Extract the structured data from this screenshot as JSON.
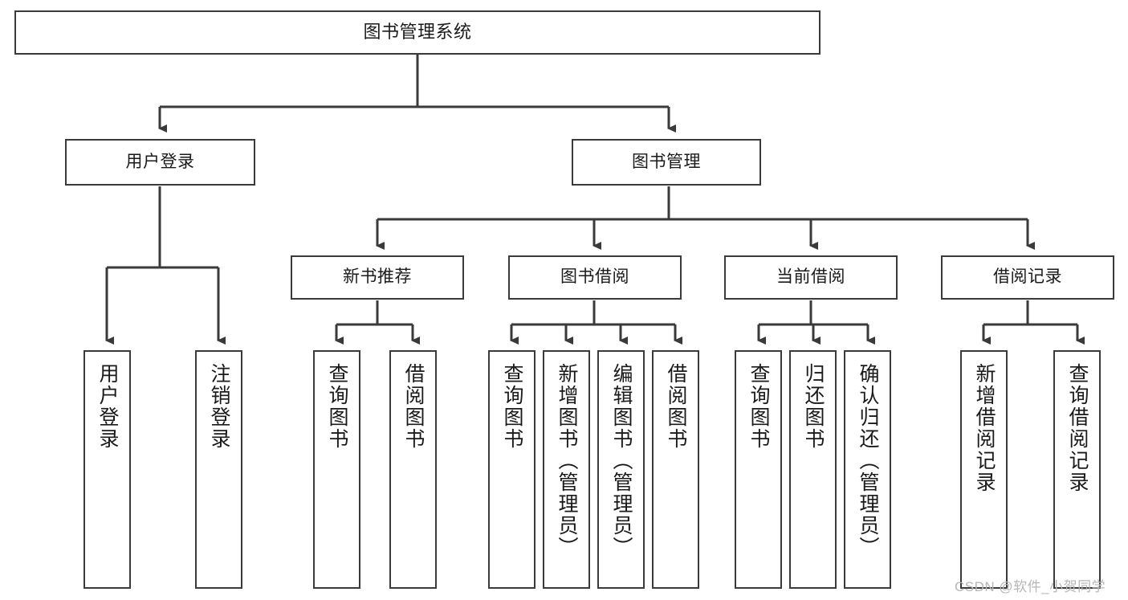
{
  "diagram": {
    "title": "图书管理系统",
    "type": "hierarchy-tree",
    "orientation": "top-down",
    "colors": {
      "box_border": "#3a3a3a",
      "box_fill": "#ffffff",
      "edge": "#3a3a3a",
      "text": "#1a1a1a",
      "watermark": "#b6b6b6",
      "background": "#ffffff"
    }
  },
  "nodes": {
    "root": {
      "label": "图书管理系统"
    },
    "level2": [
      {
        "label": "用户登录"
      },
      {
        "label": "图书管理"
      }
    ],
    "level3": [
      {
        "label": "新书推荐"
      },
      {
        "label": "图书借阅"
      },
      {
        "label": "当前借阅"
      },
      {
        "label": "借阅记录"
      }
    ],
    "leaves_user_login": [
      {
        "label": "用户登录"
      },
      {
        "label": "注销登录"
      }
    ],
    "leaves_new_book": [
      {
        "label": "查询图书"
      },
      {
        "label": "借阅图书"
      }
    ],
    "leaves_borrow": [
      {
        "label": "查询图书"
      },
      {
        "label": "新增图书（管理员）"
      },
      {
        "label": "编辑图书（管理员）"
      },
      {
        "label": "借阅图书"
      }
    ],
    "leaves_current": [
      {
        "label": "查询图书"
      },
      {
        "label": "归还图书"
      },
      {
        "label": "确认归还（管理员）"
      }
    ],
    "leaves_record": [
      {
        "label": "新增借阅记录"
      },
      {
        "label": "查询借阅记录"
      }
    ]
  },
  "watermark": {
    "text": "CSDN @软件_小贺同学"
  }
}
